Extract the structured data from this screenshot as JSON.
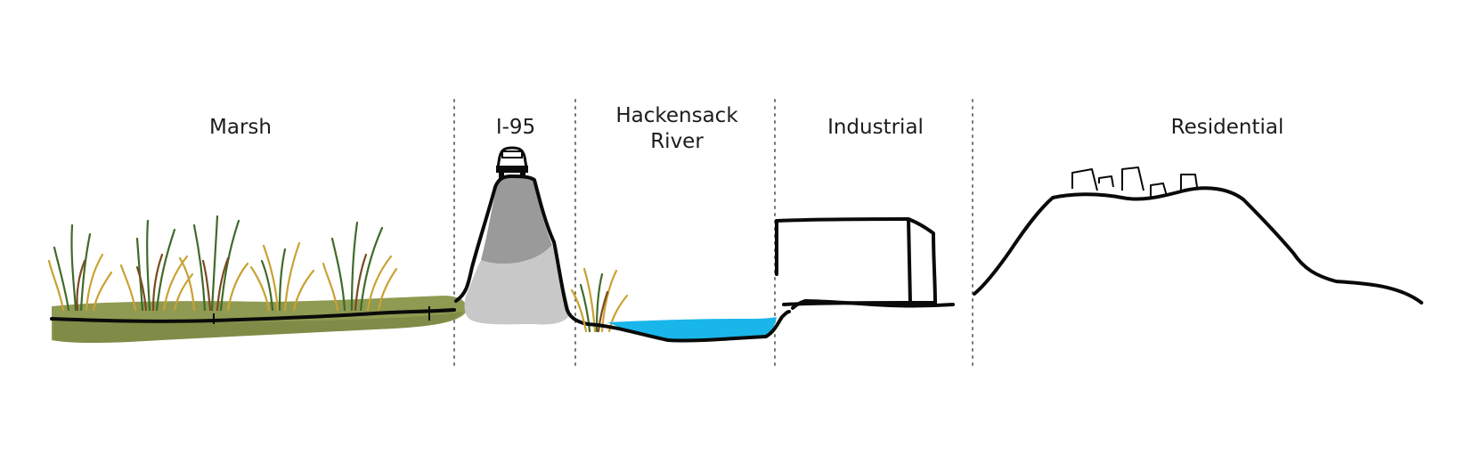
{
  "zones": [
    {
      "id": "marsh",
      "line1": "Marsh"
    },
    {
      "id": "i95",
      "line1": "I-95"
    },
    {
      "id": "river",
      "line1": "Hackensack",
      "line2": "River"
    },
    {
      "id": "industrial",
      "line1": "Industrial"
    },
    {
      "id": "residential",
      "line1": "Residential"
    }
  ],
  "colors": {
    "marsh_ground": "#8f9a52",
    "marsh_ground_dark": "#6f7a3a",
    "highway_fill_dark": "#9a9a9a",
    "highway_fill_light": "#c8c8c8",
    "water": "#19b6ea",
    "ink": "#0a0a0a"
  },
  "icons": [
    "car-icon",
    "reed-icon",
    "house-icon",
    "warehouse-icon"
  ]
}
